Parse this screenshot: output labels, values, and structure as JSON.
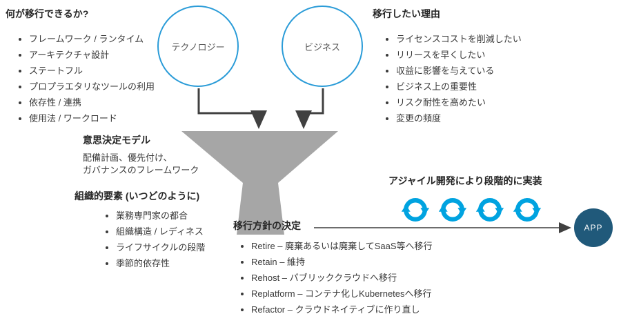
{
  "left_panel": {
    "title": "何が移行できるか?",
    "items": [
      "フレームワーク / ランタイム",
      "アーキテクチャ設計",
      "ステートフル",
      "プロプラエタリなツールの利用",
      "依存性 / 連携",
      "使用法 / ワークロード"
    ]
  },
  "circles": {
    "technology": "テクノロジー",
    "business": "ビジネス"
  },
  "right_panel": {
    "title": "移行したい理由",
    "items": [
      "ライセンスコストを削減したい",
      "リリースを早くしたい",
      "収益に影響を与えている",
      "ビジネス上の重要性",
      "リスク耐性を高めたい",
      "変更の頻度"
    ]
  },
  "decision_model": {
    "title": "意思決定モデル",
    "line1": "配備計画、優先付け、",
    "line2": "ガバナンスのフレームワーク"
  },
  "org_factors": {
    "title": "組織的要素 (いつどのように)",
    "items": [
      "業務専門家の都合",
      "組織構造 / レディネス",
      "ライフサイクルの段階",
      "季節的依存性"
    ]
  },
  "agile": {
    "title": "アジャイル開発により段階的に実装"
  },
  "decision": {
    "title": "移行方針の決定",
    "items": [
      "Retire – 廃棄あるいは廃棄してSaaS等へ移行",
      "Retain – 維持",
      "Rehost – パブリッククラウドへ移行",
      "Replatform – コンテナ化しKubernetesへ移行",
      "Refactor – クラウドネイティブに作り直し"
    ]
  },
  "app_node": {
    "label": "APP"
  },
  "colors": {
    "circle_stroke": "#2b9cd8",
    "funnel_gray": "#a6a6a6",
    "cycle_blue": "#00a3e0",
    "app_fill": "#20597a",
    "arrow": "#404040",
    "text": "#333333"
  }
}
